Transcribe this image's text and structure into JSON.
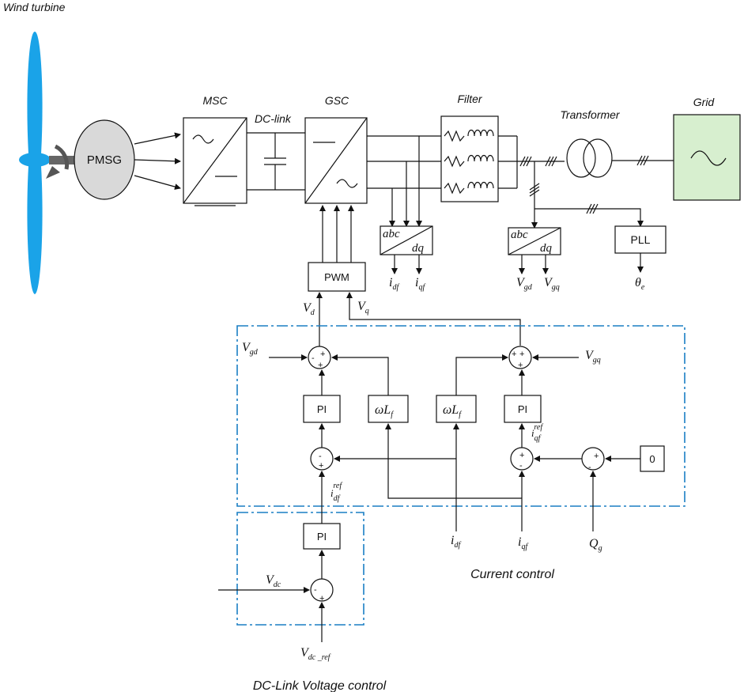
{
  "labels": {
    "wind_turbine": "Wind turbine",
    "pmsg": "PMSG",
    "msc": "MSC",
    "dc_link": "DC-link",
    "gsc": "GSC",
    "filter": "Filter",
    "transformer": "Transformer",
    "grid": "Grid",
    "pwm": "PWM",
    "pll": "PLL",
    "abc": "abc",
    "dq": "dq",
    "pi": "PI",
    "zero": "0",
    "current_control": "Current control",
    "dclink_voltage_control": "DC-Link Voltage control"
  },
  "symbols": {
    "vd": {
      "main": "V",
      "sub": "d"
    },
    "vq": {
      "main": "V",
      "sub": "q"
    },
    "vgd": {
      "main": "V",
      "sub": "gd"
    },
    "vgq": {
      "main": "V",
      "sub": "gq"
    },
    "idf": {
      "main": "i",
      "sub": "df"
    },
    "iqf": {
      "main": "i",
      "sub": "qf"
    },
    "theta": {
      "main": "θ",
      "sub": "e"
    },
    "wlf": {
      "main": "ωL",
      "sub": "f"
    },
    "idf_ref": {
      "main": "i",
      "sub": "df",
      "sup": "ref"
    },
    "iqf_ref": {
      "main": "i",
      "sub": "qf",
      "sup": "ref"
    },
    "vdc": {
      "main": "V",
      "sub": "dc"
    },
    "vdc_ref": {
      "main": "V",
      "sub": "dc _ref"
    },
    "qg": {
      "main": "Q",
      "sub": "g"
    }
  },
  "colors": {
    "blade": "#1aa3e8",
    "pmsg_fill": "#d9d9d9",
    "grid_fill": "#d7efcf",
    "control_border": "#1a7fc4"
  }
}
